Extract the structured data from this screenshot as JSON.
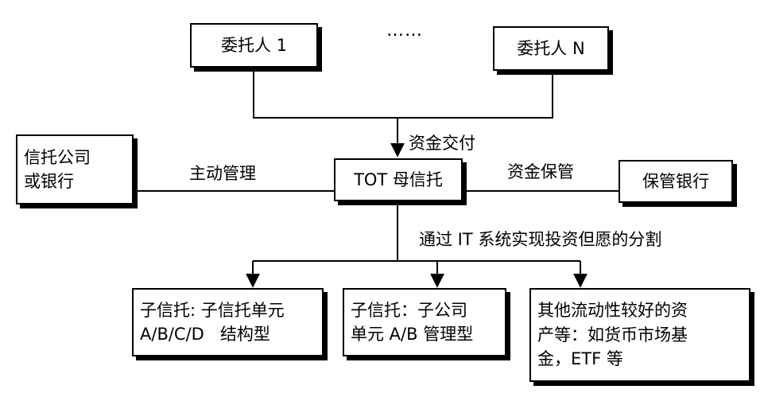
{
  "boxes": {
    "client_1": "委托人 1",
    "client_n": "委托人 N",
    "trust_company": [
      "信托公司",
      "或银行"
    ],
    "tot_parent": "TOT 母信托",
    "custodian_bank": "保管银行",
    "sub_trust_structured": [
      "子信托: 子信托单元",
      "A/B/C/D   结构型"
    ],
    "sub_trust_managed": [
      "子信托：子公司",
      "单元 A/B 管理型"
    ],
    "other_assets": [
      "其他流动性较好的资",
      "产等：如货币市场基",
      "金，ETF 等"
    ]
  },
  "labels": {
    "ellipsis": "……",
    "fund_delivery": "资金交付",
    "active_management": "主动管理",
    "fund_custody": "资金保管",
    "it_split": "通过 IT 系统实现投资但愿的分割"
  }
}
